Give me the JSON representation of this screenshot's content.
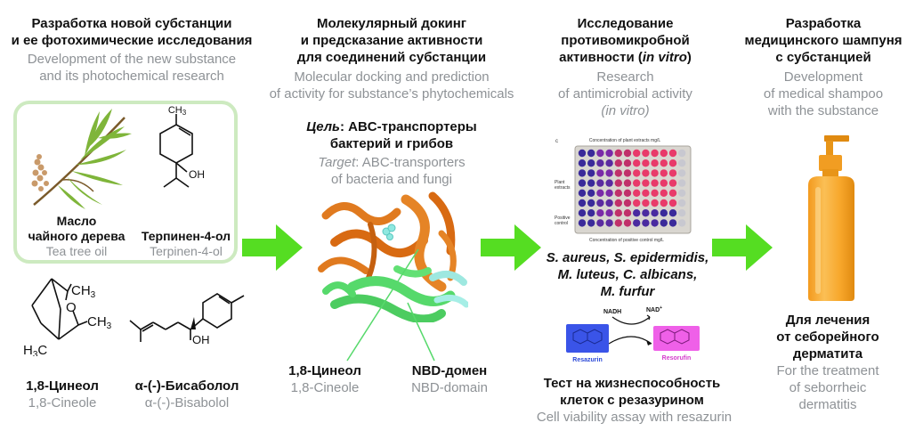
{
  "col1": {
    "title_ru": [
      "Разработка новой субстанции",
      "и ее фотохимические исследования"
    ],
    "title_en": [
      "Development of the new substance",
      "and its photochemical research"
    ],
    "tea_ru": [
      "Масло",
      "чайного дерева"
    ],
    "tea_en": "Tea tree oil",
    "terp_ru": "Терпинен-4-ол",
    "terp_en": "Terpinen-4-ol",
    "cineole_ru": "1,8-Цинеол",
    "cineole_en": "1,8-Cineole",
    "bisab_ru": "α-(-)-Бисаболол",
    "bisab_en": "α-(-)-Bisabolol"
  },
  "col2": {
    "title_ru": [
      "Молекулярный докинг",
      "и предсказание активности",
      "для соединений субстанции"
    ],
    "title_en": [
      "Molecular docking  and  prediction",
      "of activity for substance’s phytochemicals"
    ],
    "target_ru_label": "Цель",
    "target_ru": [
      ": ABC-транспортеры",
      "бактерий и грибов"
    ],
    "target_en_label": "Target",
    "target_en": [
      ": ABC-transporters",
      "of bacteria and fungi"
    ],
    "cineole_ru": "1,8-Цинеол",
    "cineole_en": "1,8-Cineole",
    "nbd_ru": "NBD-домен",
    "nbd_en": "NBD-domain"
  },
  "col3": {
    "title_ru": [
      "Исследование",
      "противомикробной"
    ],
    "title_ru_last": "активности (",
    "title_ru_italic": "in vitro",
    "title_ru_end": ")",
    "title_en": [
      "Research",
      "of antimicrobial activity"
    ],
    "title_en_italic": "(in vitro)",
    "plate_top": "Concentration of plant extracts mg/L",
    "plate_bottom": "Concentration of positive control mg/L",
    "plate_side_1": "Plant",
    "plate_side_2": "extracts",
    "plate_side_3": "Positive",
    "plate_side_4": "control",
    "plate_c": "c",
    "microbes": [
      "S. aureus, S. epidermidis,",
      "M. luteus, C. albicans,",
      "M. furfur"
    ],
    "nadh": "NADH",
    "nad": "NAD",
    "nad_plus": "+",
    "resazurin": "Resazurin",
    "resorufin": "Resorufin",
    "assay_ru": [
      "Тест на жизнеспособность",
      "клеток с резазурином"
    ],
    "assay_en": "Cell viability assay with resazurin"
  },
  "col4": {
    "title_ru": [
      "Разработка",
      "медицинского шампуня",
      "с субстанцией"
    ],
    "title_en": [
      "Development",
      "of medical shampoo",
      "with the substance"
    ],
    "use_ru": [
      "Для лечения",
      "от себорейного",
      "дерматита"
    ],
    "use_en": [
      "For the treatment",
      "of seborrheic",
      "dermatitis"
    ]
  },
  "chem": {
    "ch3": "CH",
    "sub3": "3",
    "h3c": "H",
    "c": "C",
    "o": "O",
    "oh": "OH"
  },
  "colors": {
    "arrow": "#55dd22",
    "frame": "#cdeac0",
    "en_text": "#8e9296",
    "bottle": "#f7a62a"
  }
}
